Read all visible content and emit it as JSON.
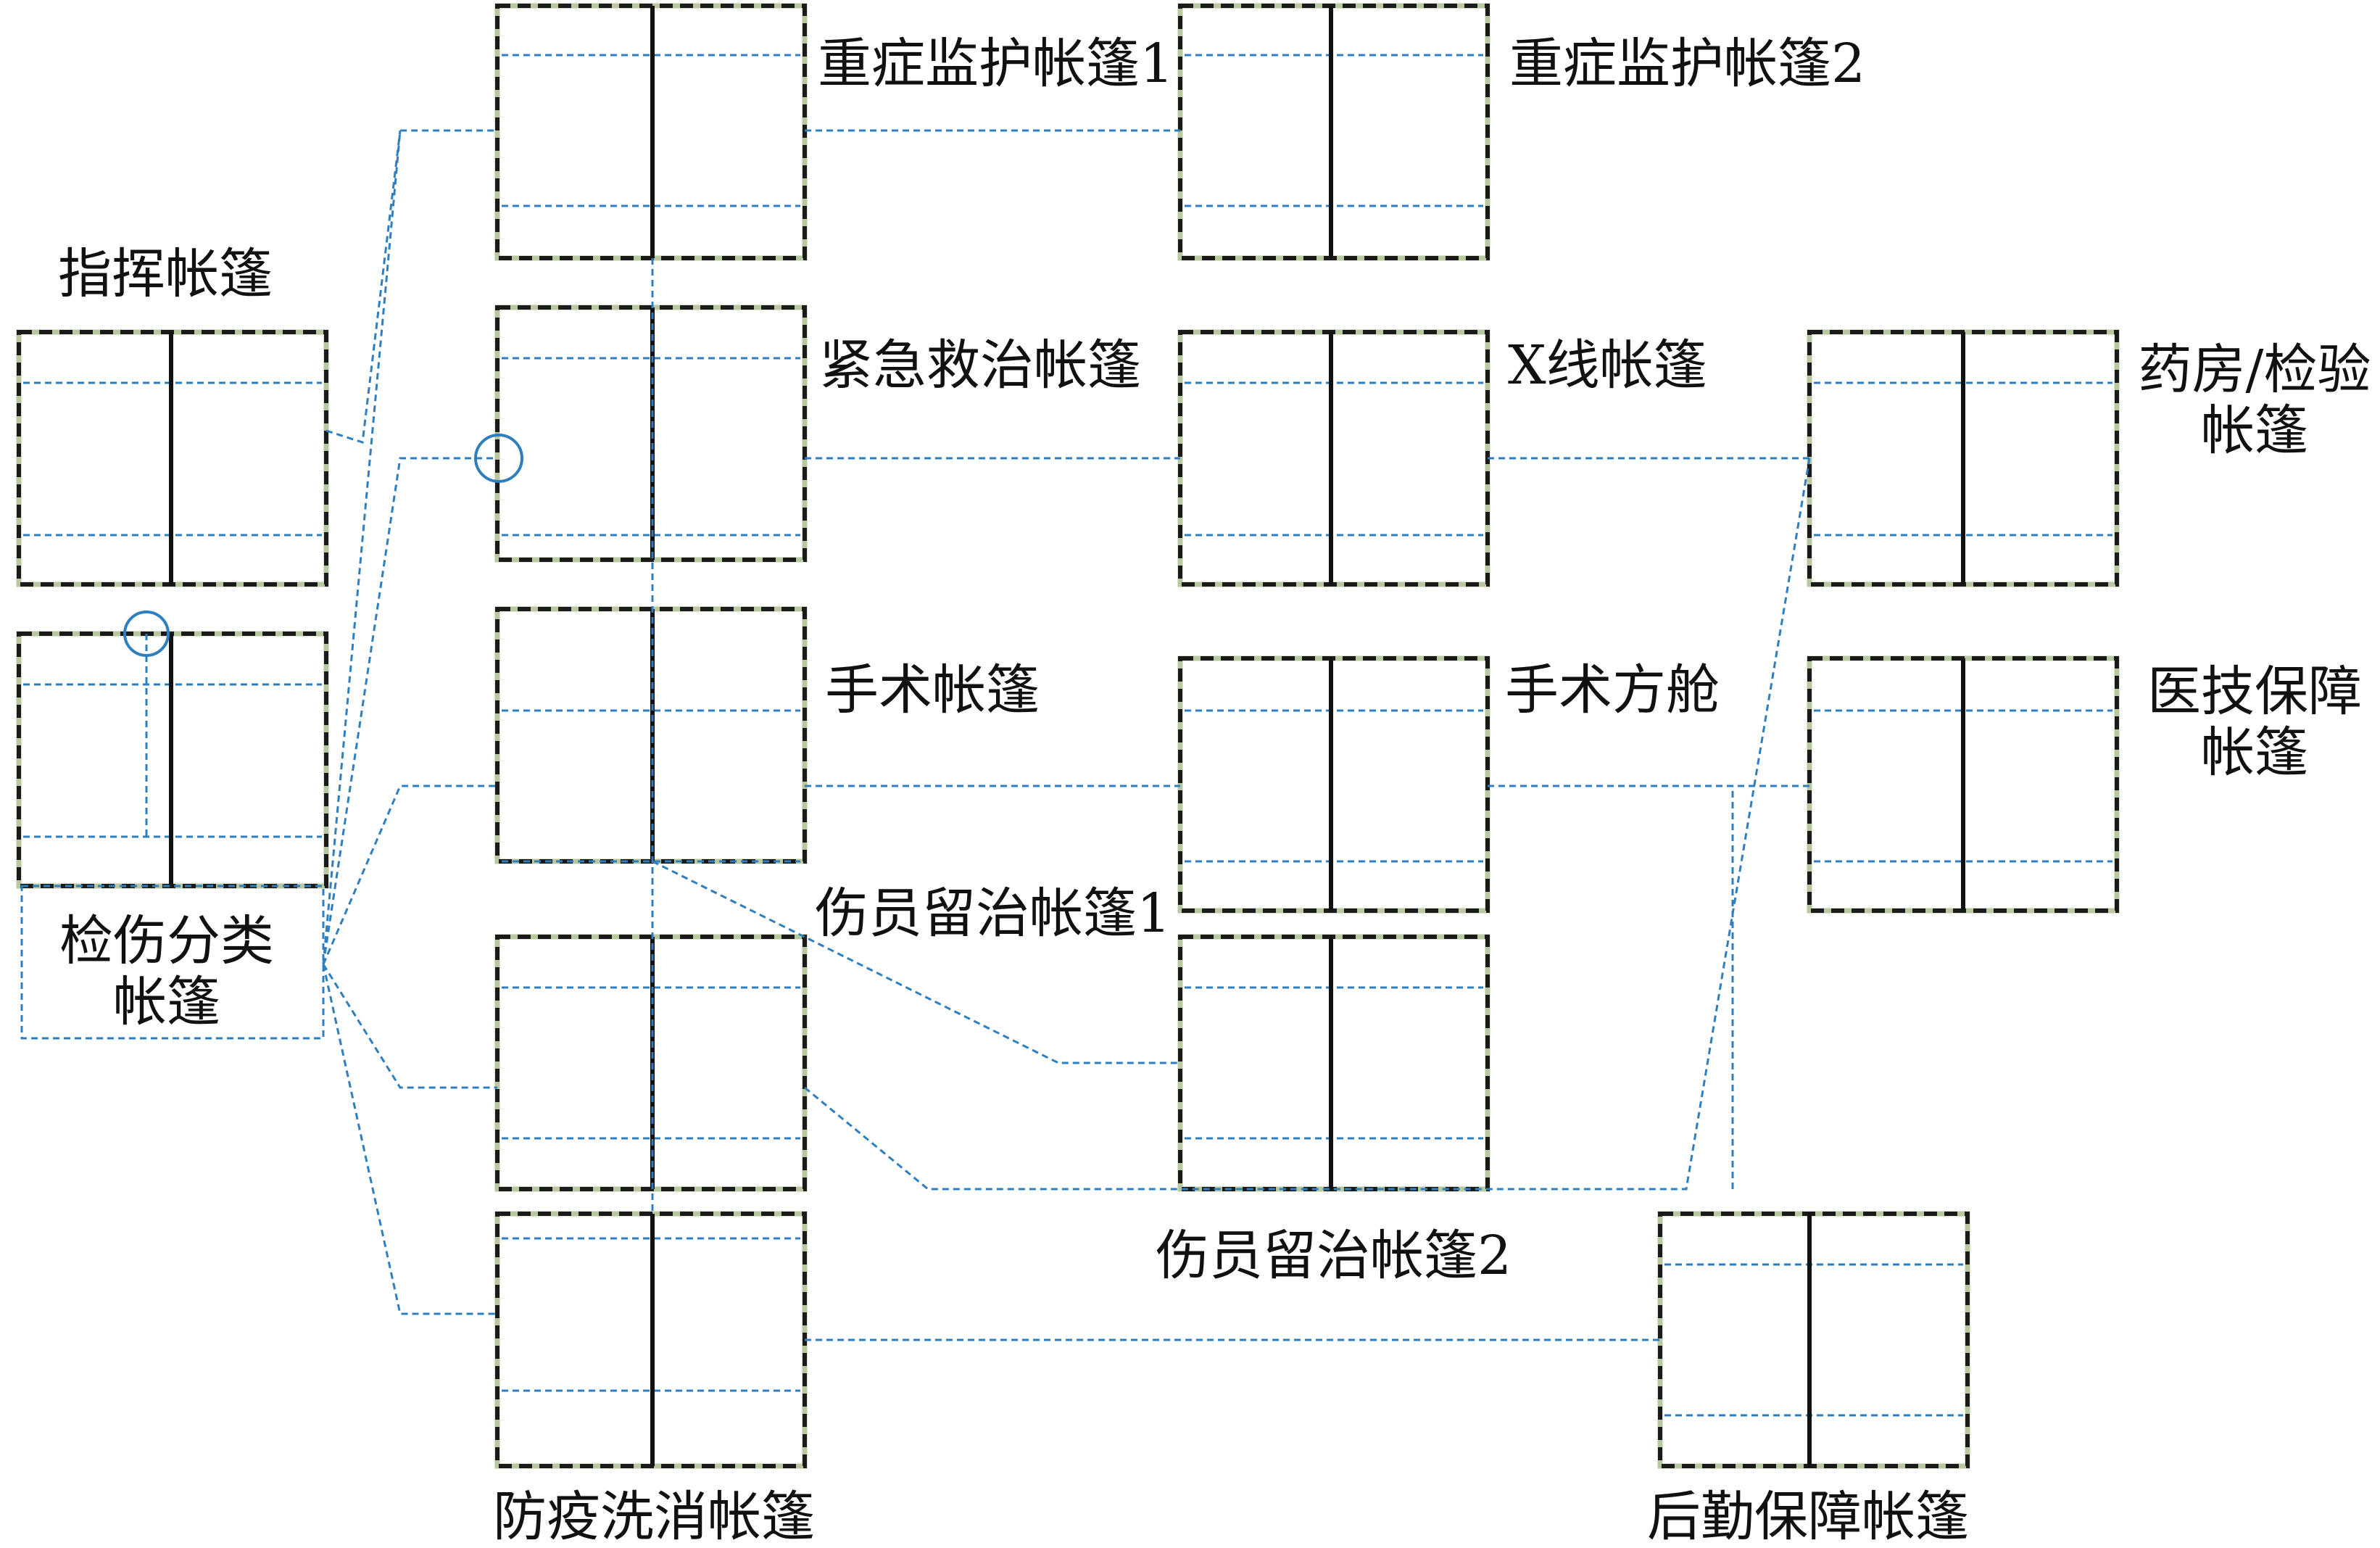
{
  "diagram": {
    "colors": {
      "tent_border": "#1a1a1a",
      "tent_edge_dots": "#b8c8a0",
      "inner_line": "#2f7fc0",
      "connector": "#2f7fc0",
      "divider": "#111111",
      "text": "#111111"
    },
    "labels": {
      "icu1": "重症监护帐篷1",
      "icu2": "重症监护帐篷2",
      "command": "指挥帐篷",
      "emergency": "紧急救治帐篷",
      "xray": "X线帐篷",
      "pharmacy_line1": "药房/检验",
      "pharmacy_line2": "帐篷",
      "surgery_tent": "手术帐篷",
      "surgery_cabin": "手术方舱",
      "medtech_line1": "医技保障",
      "medtech_line2": "帐篷",
      "ward1": "伤员留治帐篷1",
      "triage_line1": "检伤分类",
      "triage_line2": "帐篷",
      "ward2": "伤员留治帐篷2",
      "decon": "防疫洗消帐篷",
      "logistics": "后勤保障帐篷"
    }
  }
}
